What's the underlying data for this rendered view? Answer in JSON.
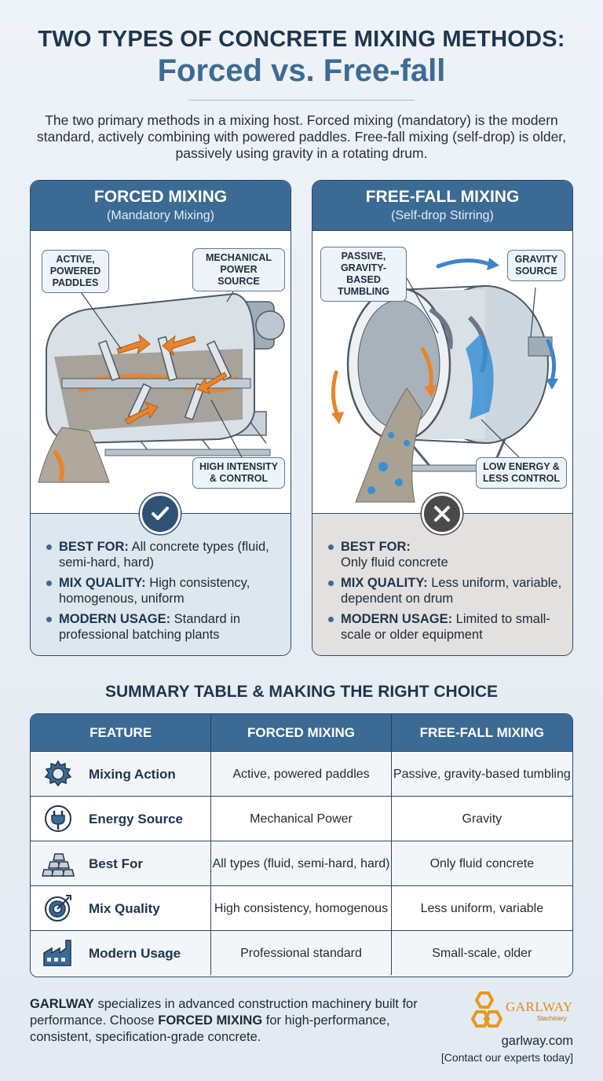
{
  "header": {
    "title_line1": "TWO TYPES OF CONCRETE MIXING METHODS:",
    "title_line2": "Forced vs. Free-fall",
    "intro": "The two primary methods in a mixing host. Forced mixing (mandatory) is the modern standard, actively combining with powered paddles. Free-fall mixing (self-drop) is older, passively using gravity in a rotating drum."
  },
  "forced": {
    "title": "FORCED MIXING",
    "subtitle": "(Mandatory Mixing)",
    "callouts": [
      "ACTIVE, POWERED PADDLES",
      "MECHANICAL POWER SOURCE",
      "HIGH INTENSITY & CONTROL"
    ],
    "status_icon": "checkmark-icon",
    "bullets": [
      {
        "label": "BEST FOR:",
        "text": " All concrete types (fluid, semi-hard, hard)"
      },
      {
        "label": "MIX QUALITY:",
        "text": " High consistency, homogenous, uniform"
      },
      {
        "label": "MODERN USAGE:",
        "text": " Standard in professional batching plants"
      }
    ]
  },
  "freefall": {
    "title": "FREE-FALL MIXING",
    "subtitle": "(Self-drop Stirring)",
    "callouts": [
      "PASSIVE, GRAVITY-BASED TUMBLING",
      "GRAVITY SOURCE",
      "LOW ENERGY & LESS CONTROL"
    ],
    "status_icon": "x-mark-icon",
    "bullets": [
      {
        "label": "BEST FOR:",
        "text": " Only fluid concrete"
      },
      {
        "label": "MIX QUALITY:",
        "text": " Less uniform, variable, dependent on drum"
      },
      {
        "label": "MODERN USAGE:",
        "text": " Limited to small-scale or older equipment"
      }
    ]
  },
  "summary": {
    "title": "SUMMARY TABLE & MAKING THE RIGHT CHOICE",
    "headers": [
      "FEATURE",
      "FORCED MIXING",
      "FREE-FALL MIXING"
    ],
    "rows": [
      {
        "icon": "gear-icon",
        "feature": "Mixing Action",
        "forced": "Active, powered paddles",
        "freefall": "Passive, gravity-based tumbling"
      },
      {
        "icon": "plug-icon",
        "feature": "Energy Source",
        "forced": "Mechanical Power",
        "freefall": "Gravity"
      },
      {
        "icon": "bricks-icon",
        "feature": "Best For",
        "forced": "All types (fluid, semi-hard, hard)",
        "freefall": "Only fluid concrete"
      },
      {
        "icon": "target-icon",
        "feature": "Mix Quality",
        "forced": "High consistency, homogenous",
        "freefall": "Less uniform, variable"
      },
      {
        "icon": "factory-icon",
        "feature": "Modern Usage",
        "forced": "Professional standard",
        "freefall": "Small-scale, older"
      }
    ]
  },
  "footer": {
    "brand": "GARLWAY",
    "text_1": " specializes in advanced construction machinery built for performance. Choose ",
    "highlight": "FORCED MIXING",
    "text_2": " for high-performance, consistent, specification-grade concrete.",
    "logo_name": "GARLWAY",
    "logo_tagline": "Stachinery",
    "website": "garlway.com",
    "contact": "[Contact our experts today]"
  },
  "colors": {
    "navy": "#1e3650",
    "accent_blue": "#3b6a94",
    "orange": "#e8842c",
    "water_blue": "#3a8fd4"
  }
}
